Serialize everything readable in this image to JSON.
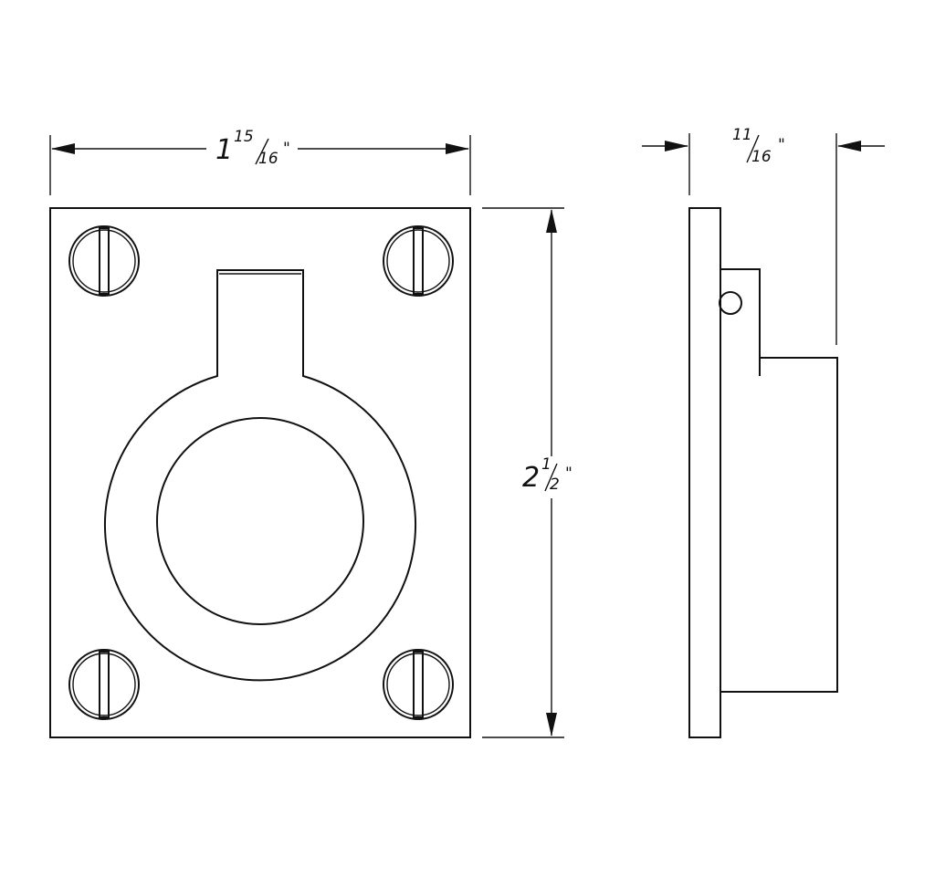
{
  "drawing": {
    "dimensions": {
      "width": {
        "whole": "1",
        "numerator": "15",
        "denominator": "16",
        "unit": "\""
      },
      "height": {
        "whole": "2",
        "numerator": "1",
        "denominator": "2",
        "unit": "\""
      },
      "depth": {
        "numerator": "11",
        "denominator": "16",
        "unit": "\""
      }
    },
    "line_color": "#111111",
    "background": "#ffffff",
    "screw_count": 4
  }
}
